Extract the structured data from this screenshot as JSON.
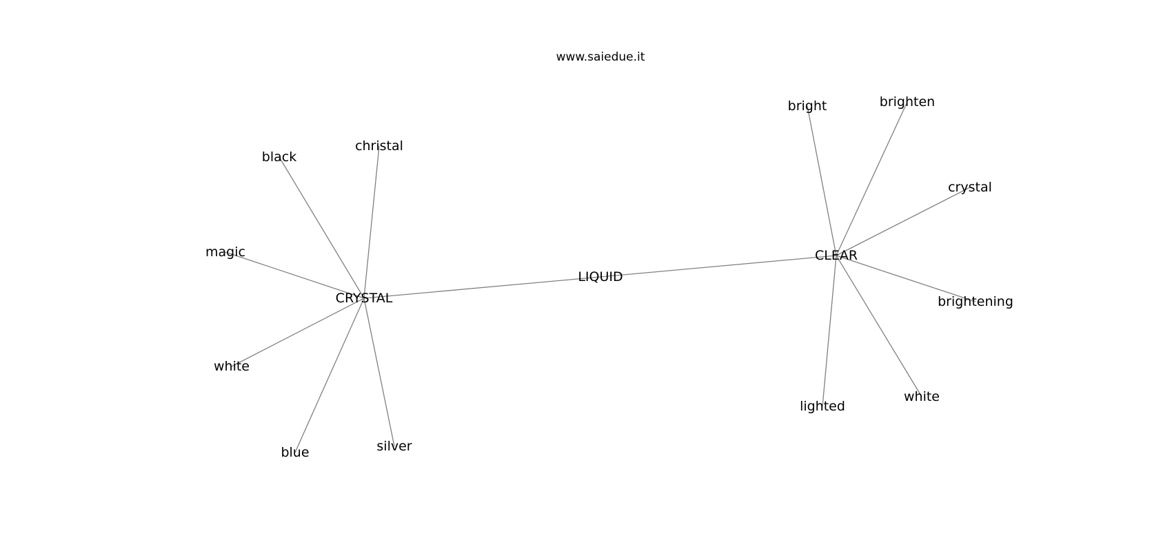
{
  "header": {
    "site": "www.saiedue.it"
  },
  "graph": {
    "nodes": [
      {
        "id": "liquid",
        "label": "LIQUID"
      },
      {
        "id": "crystal_hub",
        "label": "CRYSTAL"
      },
      {
        "id": "clear_hub",
        "label": "CLEAR"
      },
      {
        "id": "black",
        "label": "black"
      },
      {
        "id": "christal",
        "label": "christal"
      },
      {
        "id": "magic",
        "label": "magic"
      },
      {
        "id": "white_left",
        "label": "white"
      },
      {
        "id": "blue",
        "label": "blue"
      },
      {
        "id": "silver",
        "label": "silver"
      },
      {
        "id": "bright",
        "label": "bright"
      },
      {
        "id": "brighten",
        "label": "brighten"
      },
      {
        "id": "crystal_leaf",
        "label": "crystal"
      },
      {
        "id": "brightening",
        "label": "brightening"
      },
      {
        "id": "white_right",
        "label": "white"
      },
      {
        "id": "lighted",
        "label": "lighted"
      }
    ],
    "edges": [
      [
        "crystal_hub",
        "liquid"
      ],
      [
        "liquid",
        "clear_hub"
      ],
      [
        "crystal_hub",
        "black"
      ],
      [
        "crystal_hub",
        "christal"
      ],
      [
        "crystal_hub",
        "magic"
      ],
      [
        "crystal_hub",
        "white_left"
      ],
      [
        "crystal_hub",
        "blue"
      ],
      [
        "crystal_hub",
        "silver"
      ],
      [
        "clear_hub",
        "bright"
      ],
      [
        "clear_hub",
        "brighten"
      ],
      [
        "clear_hub",
        "crystal_leaf"
      ],
      [
        "clear_hub",
        "brightening"
      ],
      [
        "clear_hub",
        "white_right"
      ],
      [
        "clear_hub",
        "lighted"
      ]
    ]
  }
}
